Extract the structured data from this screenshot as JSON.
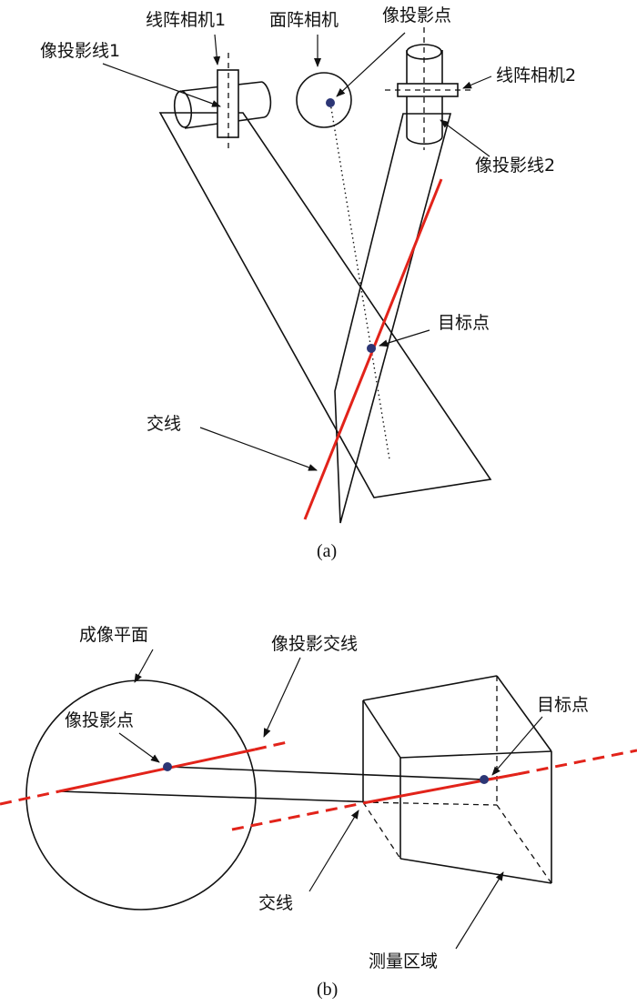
{
  "panel_a": {
    "labels": {
      "line_camera_1": "线阵相机1",
      "area_camera": "面阵相机",
      "image_projection_point": "像投影点",
      "image_projection_line_1": "像投影线1",
      "line_camera_2": "线阵相机2",
      "image_projection_line_2": "像投影线2",
      "target_point": "目标点",
      "intersection_line": "交线"
    },
    "caption": "(a)"
  },
  "panel_b": {
    "labels": {
      "imaging_plane": "成像平面",
      "image_projection_intersection_line": "像投影交线",
      "image_projection_point": "像投影点",
      "target_point": "目标点",
      "intersection_line": "交线",
      "measurement_area": "测量区域"
    },
    "caption": "(b)"
  },
  "colors": {
    "line": "#111111",
    "intersection_red": "#e2231a",
    "point_blue": "#2c3675"
  }
}
